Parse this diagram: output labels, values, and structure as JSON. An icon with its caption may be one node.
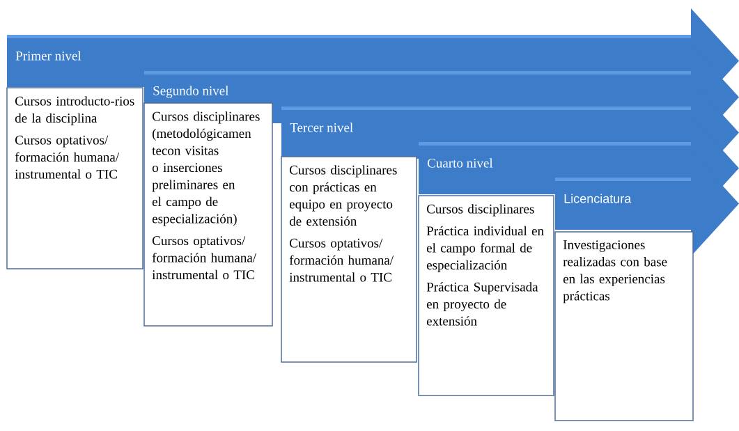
{
  "diagram": {
    "nodes": [
      {
        "text": [
          "Primer nivel"
        ]
      },
      {
        "text": [
          "Cursos introducto-rios de la disciplina",
          "Cursos optativos/ formación humana/ instrumental o TIC"
        ]
      },
      {
        "text": [
          "Segundo nivel"
        ]
      },
      {
        "text": [
          "Cursos disciplinares (metodológicamen tecon visitas o inserciones preliminares en el campo de especialización)",
          "Cursos optativos/ formación humana/ instrumental o TIC"
        ]
      },
      {
        "text": [
          "Tercer nivel"
        ]
      },
      {
        "text": [
          "Cursos disciplinares con prácticas en equipo en proyecto de extensión",
          "Cursos optativos/ formación humana/ instrumental o TIC"
        ]
      },
      {
        "text": [
          "Cuarto nivel"
        ]
      },
      {
        "text": [
          "Cursos disciplinares",
          "Práctica individual en el campo formal de especialización",
          "Práctica Supervisada en proyecto de extensión"
        ]
      },
      {
        "text": [
          "Licenciatura"
        ]
      },
      {
        "text": [
          "Investigaciones realizadas con base en las experiencias prácticas"
        ]
      }
    ]
  }
}
